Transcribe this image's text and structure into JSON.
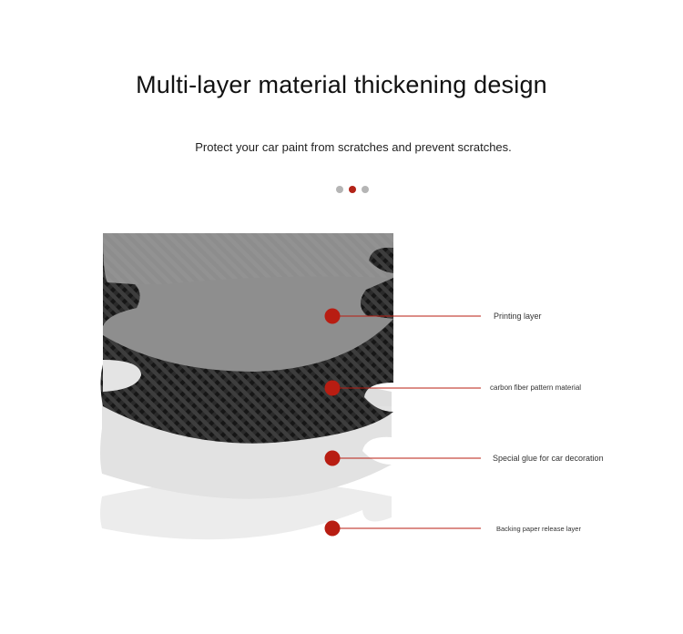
{
  "header": {
    "title": "Multi-layer material thickening design",
    "subtitle": "Protect your car paint from scratches and prevent scratches."
  },
  "pagination": {
    "dots": [
      {
        "state": "inactive",
        "color": "#b5b5b5"
      },
      {
        "state": "active",
        "color": "#b32318"
      },
      {
        "state": "inactive",
        "color": "#b5b5b5"
      }
    ]
  },
  "colors": {
    "accent": "#b81d12",
    "printing_layer": "#8e8e8e",
    "carbon_fiber": "#1c1c1c",
    "glue_layer": "#e2e2e2",
    "backing_layer": "#ececec"
  },
  "layers": [
    {
      "label": "Printing layer"
    },
    {
      "label": "carbon fiber pattern material"
    },
    {
      "label": "Special glue for car decoration"
    },
    {
      "label": "Backing paper release layer"
    }
  ]
}
